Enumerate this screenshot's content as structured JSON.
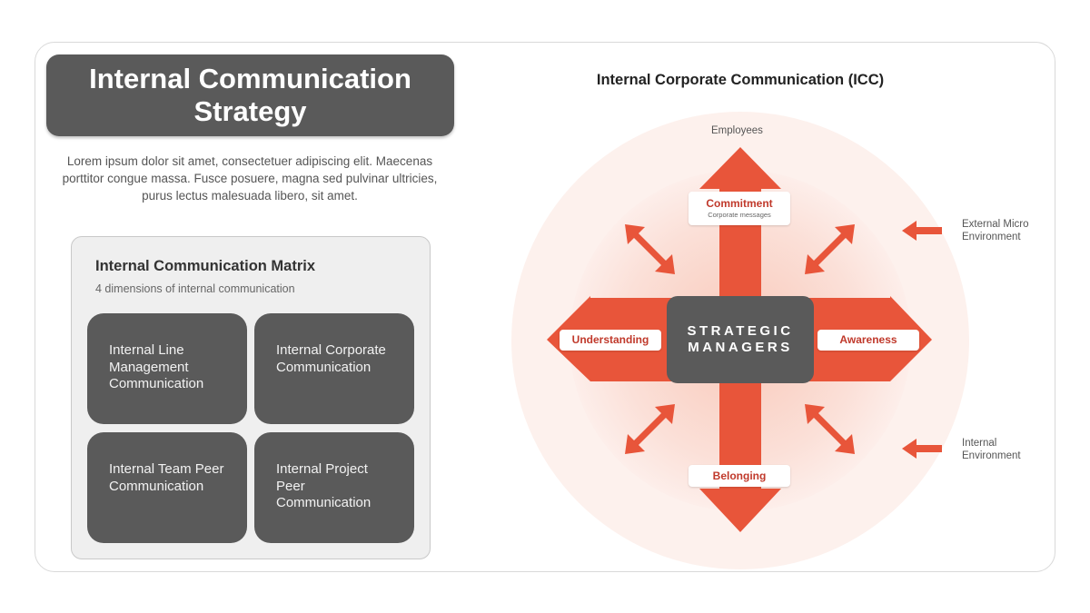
{
  "left": {
    "title": "Internal Communication Strategy",
    "intro": "Lorem ipsum dolor sit amet, consectetuer adipiscing elit. Maecenas porttitor congue massa. Fusce posuere, magna sed pulvinar ultricies, purus lectus malesuada libero, sit amet.",
    "matrix": {
      "title": "Internal Communication Matrix",
      "subtitle": "4 dimensions of internal communication",
      "cells": [
        "Internal Line Management Communication",
        "Internal Corporate Communication",
        "Internal Team Peer Communication",
        "Internal Project Peer Communication"
      ]
    }
  },
  "right": {
    "title": "Internal Corporate Communication (ICC)",
    "center": "STRATEGIC MANAGERS",
    "top_label": "Employees",
    "commitment": {
      "label": "Commitment",
      "sub": "Corporate messages"
    },
    "understanding": "Understanding",
    "awareness": "Awareness",
    "belonging": "Belonging",
    "external_micro": "External Micro Environment",
    "internal_env": "Internal Environment"
  },
  "colors": {
    "dark_box": "#5a5a5a",
    "arrow": "#e8553a",
    "circle_outer": "#fdeeea",
    "circle_inner": "#fad7cd",
    "label_text": "#c0392b"
  }
}
